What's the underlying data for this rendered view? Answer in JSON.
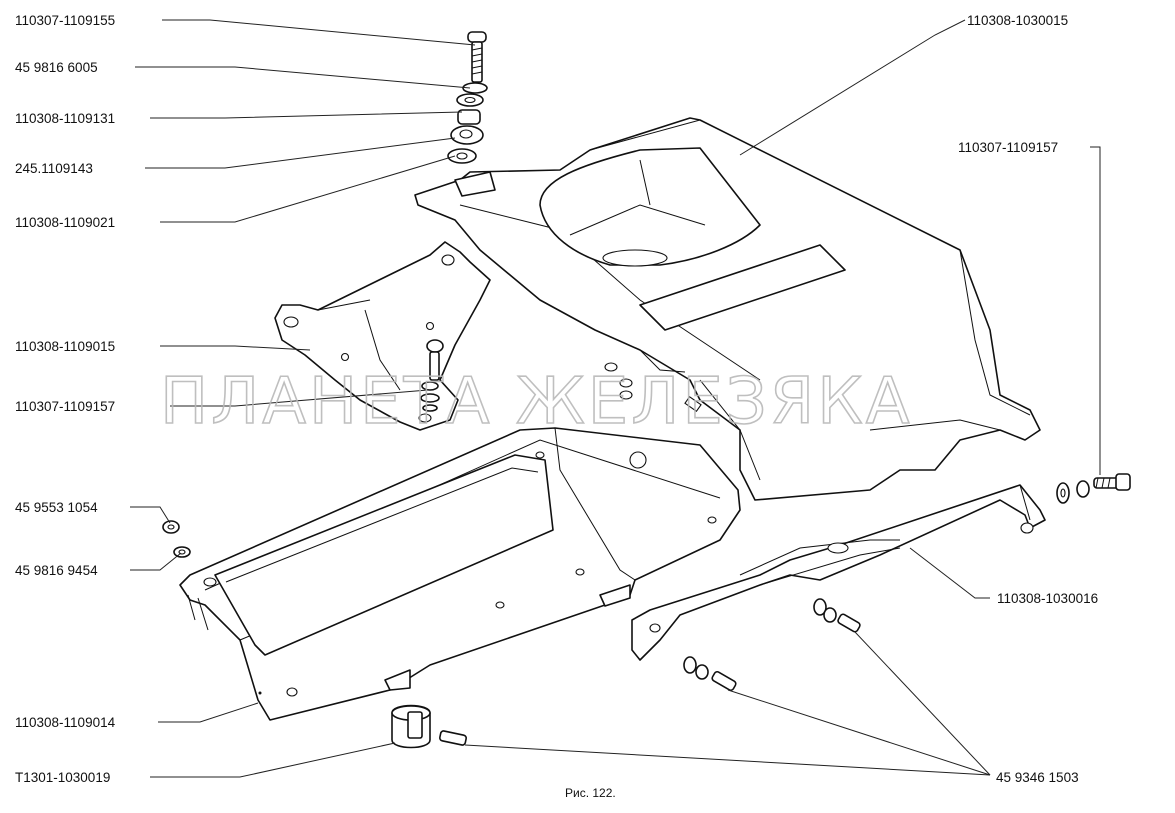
{
  "labels": {
    "l1": "110307-1109155",
    "l2": "45 9816 6005",
    "l3": "110308-1109131",
    "l4": "245.1109143",
    "l5": "110308-1109021",
    "l6": "110308-1109015",
    "l7": "110307-1109157",
    "l8": "45 9553 1054",
    "l9": "45 9816 9454",
    "l10": "110308-1109014",
    "l11": "Т1301-1030019",
    "r1": "110308-1030015",
    "r2": "110307-1109157",
    "r3": "110308-1030016",
    "r4": "45 9346 1503"
  },
  "caption": "Рис. 122.",
  "watermark": "ПЛАНЕТА ЖЕЛЕЗЯКА"
}
